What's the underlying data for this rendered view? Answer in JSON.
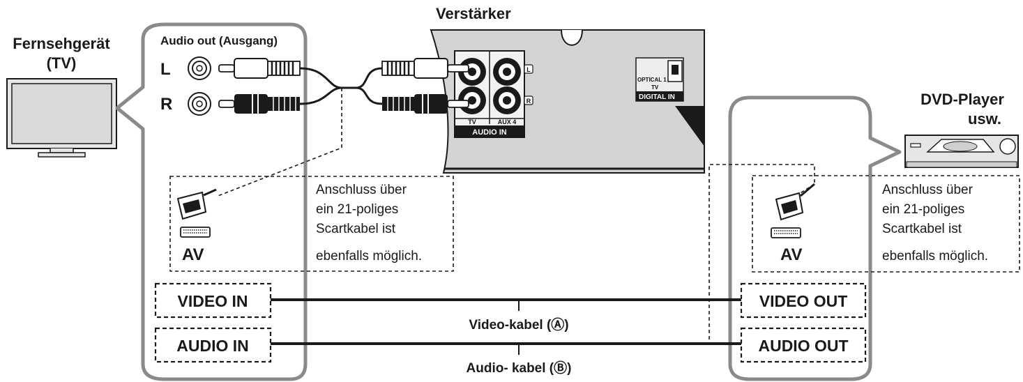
{
  "tv": {
    "title_line1": "Fernsehgerät",
    "title_line2": "(TV)"
  },
  "amplifier": {
    "title": "Verstärker",
    "input_labels": {
      "tv": "TV",
      "aux4": "AUX 4",
      "audio_in": "AUDIO IN",
      "l_mark": "L",
      "r_mark": "R"
    },
    "optical_labels": {
      "optical": "OPTICAL 1",
      "tv": "TV",
      "digital_in": "DIGITAL IN"
    }
  },
  "dvd": {
    "title_line1": "DVD-Player",
    "title_line2": "usw."
  },
  "tv_panel": {
    "heading": "Audio out (Ausgang)",
    "left_label": "L",
    "right_label": "R",
    "av_label": "AV",
    "scart_note": [
      "Anschluss über",
      "ein 21-poliges",
      "Scartkabel ist",
      "ebenfalls möglich."
    ],
    "video_port": "VIDEO IN",
    "audio_port": "AUDIO IN"
  },
  "dvd_panel": {
    "av_label": "AV",
    "scart_note": [
      "Anschluss über",
      "ein 21-poliges",
      "Scartkabel ist",
      "ebenfalls möglich."
    ],
    "video_port": "VIDEO OUT",
    "audio_port": "AUDIO OUT"
  },
  "cables": {
    "video_label": "Video-kabel (Ⓐ)",
    "audio_label": "Audio- kabel (Ⓑ)"
  },
  "colors": {
    "bubble": "#8a8a8a",
    "amp_panel": "#d4d4d4",
    "cable": "#1a1a1a",
    "tv_screen": "#d9d9d9"
  }
}
